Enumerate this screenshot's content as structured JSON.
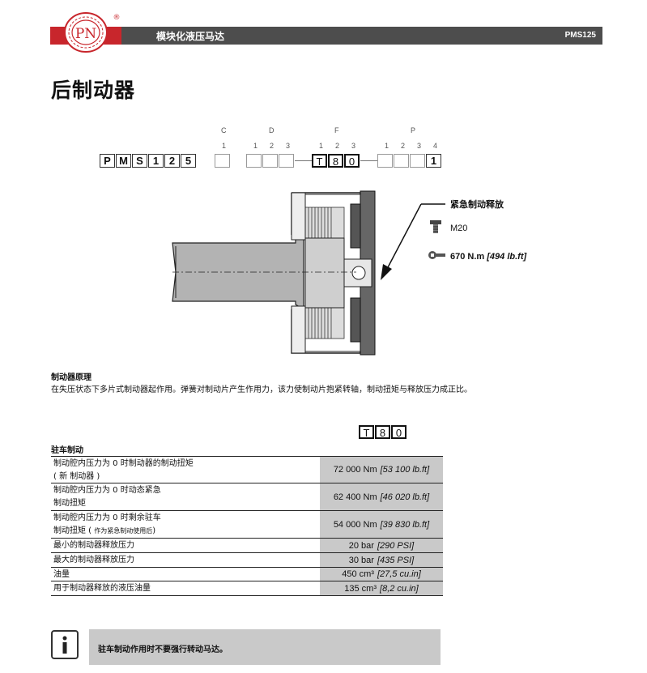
{
  "header": {
    "logo_text": "PN",
    "logo_mark": "®",
    "title": "模块化液压马达",
    "model_code": "PMS125"
  },
  "page_title": "后制动器",
  "code": {
    "groups": [
      "C",
      "D",
      "F",
      "P"
    ],
    "positions": {
      "C": [
        "1"
      ],
      "D": [
        "1",
        "2",
        "3"
      ],
      "F": [
        "1",
        "2",
        "3"
      ],
      "P": [
        "1",
        "2",
        "3",
        "4"
      ]
    },
    "base": [
      "P",
      "M",
      "S",
      "1",
      "2",
      "5"
    ],
    "c_boxes": [
      ""
    ],
    "d_boxes": [
      "",
      "",
      ""
    ],
    "f_boxes": [
      "T",
      "8",
      "0"
    ],
    "p_boxes": [
      "",
      "",
      "",
      "1"
    ]
  },
  "legend": {
    "title": "紧急制动释放",
    "thread": "M20",
    "torque": "670 N.m",
    "torque_imperial": "[494 lb.ft]"
  },
  "principle": {
    "title": "制动器原理",
    "body": "在失压状态下多片式制动器起作用。弹簧对制动片产生作用力，该力使制动片抱紧转轴，制动扭矩与释放压力成正比。"
  },
  "table_code": [
    "T",
    "8",
    "0"
  ],
  "table": {
    "heading": "驻车制动",
    "rows": [
      {
        "label1": "制动腔内压力为 0 时制动器的制动扭矩",
        "label2": "( 新 制动器 )",
        "value": "72 000 Nm",
        "imperial": "[53 100 lb.ft]"
      },
      {
        "label1": "制动腔内压力为 0 时动态紧急",
        "label2": "制动扭矩",
        "value": "62 400 Nm",
        "imperial": "[46 020 lb.ft]"
      },
      {
        "label1": "制动腔内压力为 0 时剩余驻车",
        "label2": "制动扭矩 ( ",
        "label2_small": "作为紧急制动使用后",
        "label2_end": ")",
        "value": "54 000 Nm",
        "imperial": "[39 830 lb.ft]"
      },
      {
        "label1": "最小的制动器释放压力",
        "value": "20 bar",
        "imperial": "[290 PSI]"
      },
      {
        "label1": "最大的制动器释放压力",
        "value": "30 bar",
        "imperial": "[435 PSI]"
      },
      {
        "label1": "油量",
        "value": "450 cm³",
        "imperial": "[27,5 cu.in]"
      },
      {
        "label1": "用于制动器释放的液压油量",
        "value": "135 cm³",
        "imperial": "[8,2 cu.in]"
      }
    ]
  },
  "note": {
    "text": "驻车制动作用时不要强行转动马达。",
    "icon": "info-icon"
  },
  "colors": {
    "header_bar": "#4d4d4d",
    "brand_red": "#c8262c",
    "value_cell": "#c9c9c9"
  }
}
